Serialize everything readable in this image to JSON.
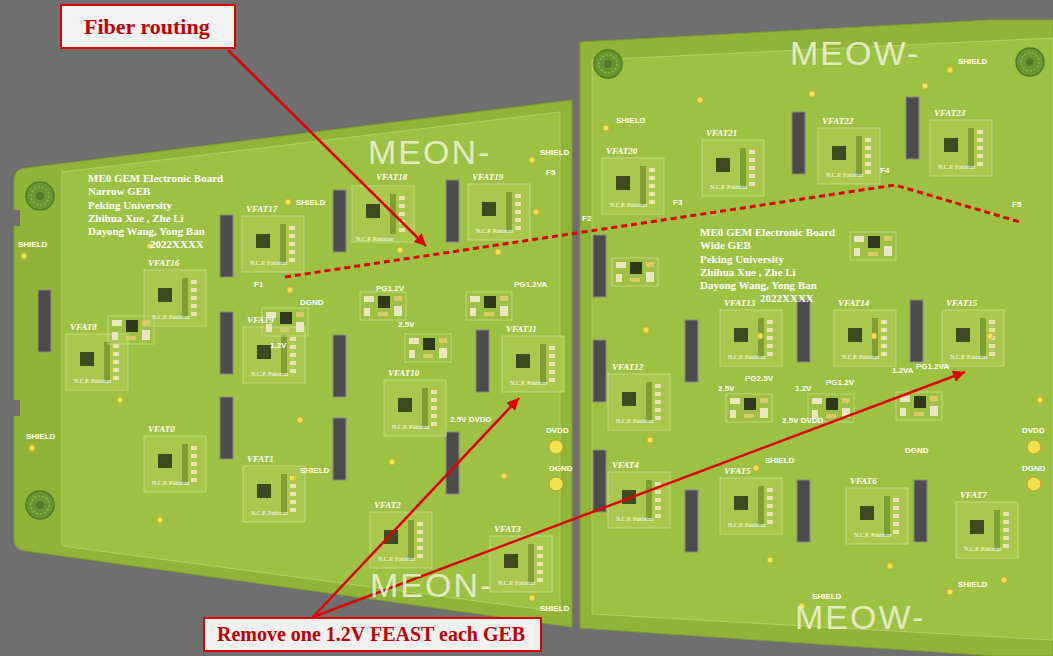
{
  "diagram": {
    "nodes": [
      {
        "text": [
          "Fiber routing"
        ]
      },
      {
        "text": [
          "Remove one 1.2V FEAST each GEB"
        ]
      }
    ],
    "labels": [
      "ME0 GEM Electronic Board",
      "Narrow GEB",
      "Peking University",
      "Zhihua Xue , Zhe Li",
      "Dayong Wang, Yong Ban",
      "2022XXXX",
      "MEON-",
      "MEON-",
      "MEOW-",
      "MEOW-",
      "ME0 GEM Electronic Board",
      "Wide GEB",
      "Peking University",
      "Zhihua Xue , Zhe Li",
      "Dayong Wang, Yong Ban",
      "2022XXXX",
      "VFAT16",
      "VFAT17",
      "VFAT18",
      "VFAT19",
      "VFAT8",
      "VFAT9",
      "VFAT10",
      "VFAT11",
      "VFAT0",
      "VFAT1",
      "VFAT2",
      "VFAT3",
      "VFAT20",
      "VFAT21",
      "VFAT22",
      "VFAT23",
      "VFAT12",
      "VFAT13",
      "VFAT14",
      "VFAT15",
      "VFAT4",
      "VFAT5",
      "VFAT6",
      "VFAT7",
      "N.C.P. Pakistan",
      "N.C.P. Pakistan",
      "N.C.P. Pakistan",
      "N.C.P. Pakistan",
      "N.C.P. Pakistan",
      "N.C.P. Pakistan",
      "N.C.P. Pakistan",
      "N.C.P. Pakistan",
      "N.C.P. Pakistan",
      "N.C.P. Pakistan",
      "N.C.P. Pakistan",
      "N.C.P. Pakistan",
      "N.C.P. Pakistan",
      "N.C.P. Pakistan",
      "N.C.P. Pakistan",
      "N.C.P. Pakistan",
      "N.C.P. Pakistan",
      "N.C.P. Pakistan",
      "N.C.P. Pakistan",
      "N.C.P. Pakistan",
      "N.C.P. Pakistan",
      "N.C.P. Pakistan",
      "N.C.P. Pakistan",
      "N.C.P. Pakistan",
      "SHIELD",
      "SHIELD",
      "SHIELD",
      "SHIELD",
      "SHIELD",
      "SHIELD",
      "SHIELD",
      "SHIELD",
      "SHIELD",
      "SHIELD",
      "SHIELD",
      "F1",
      "F5",
      "F2",
      "F3",
      "F4",
      "F5",
      "DVDD",
      "DGND",
      "DGND",
      "1.2V",
      "2.5V",
      "PG1.2V",
      "PG1.2VA",
      "2.5V DVDD",
      "2.5V",
      "1.2V",
      "1.2VA",
      "PG2.5V",
      "PG1.2V",
      "PG1.2VA",
      "2.5V DVDD",
      "DGND",
      "DVDD",
      "DGND"
    ]
  }
}
